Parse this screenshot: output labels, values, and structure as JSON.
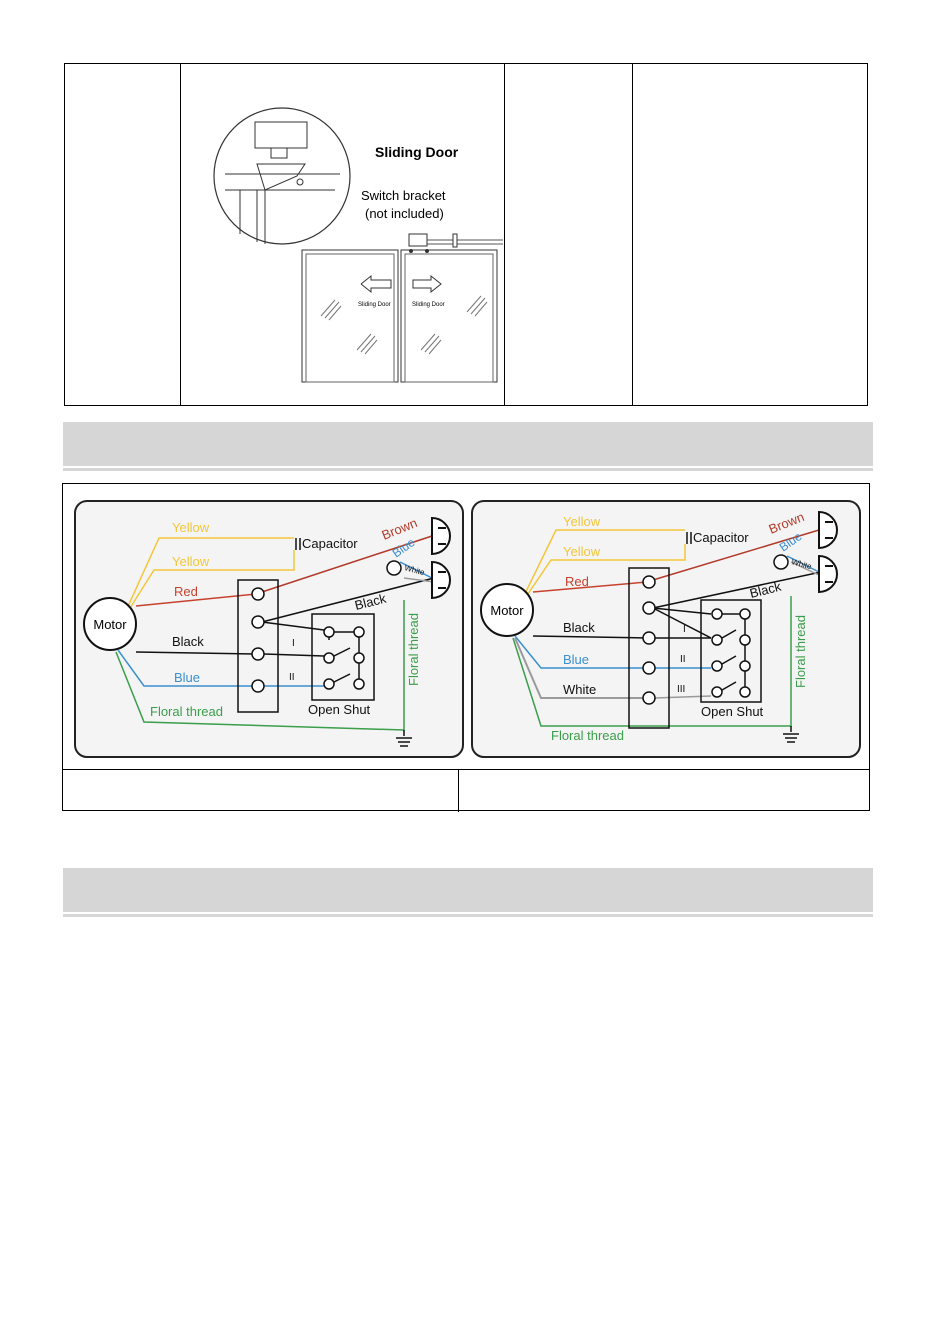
{
  "sliding_door": {
    "title": "Sliding Door",
    "bracket_line1": "Switch bracket",
    "bracket_line2": "(not included)",
    "door_left_label": "Sliding Door",
    "door_right_label": "Sliding Door"
  },
  "wiring_left": {
    "yellow1": "Yellow",
    "yellow2": "Yellow",
    "capacitor": "Capacitor",
    "brown": "Brown",
    "blue_plug": "Blue",
    "white_plug": "White",
    "red": "Red",
    "black_top": "Black",
    "motor": "Motor",
    "black": "Black",
    "blue": "Blue",
    "floral": "Floral thread",
    "floral_vertical": "Floral thread",
    "open_shut": "Open Shut",
    "speed_1": "I",
    "speed_2": "II"
  },
  "wiring_right": {
    "yellow1": "Yellow",
    "yellow2": "Yellow",
    "capacitor": "Capacitor",
    "brown": "Brown",
    "blue_plug": "Blue",
    "white_plug": "White",
    "red": "Red",
    "black_top": "Black",
    "motor": "Motor",
    "black": "Black",
    "blue": "Blue",
    "white": "White",
    "floral": "Floral thread",
    "floral_vertical": "Floral thread",
    "open_shut": "Open Shut",
    "speed_1": "I",
    "speed_2": "II",
    "speed_3": "III"
  },
  "colors": {
    "yellow": "#f3c63a",
    "brown": "#b23a2a",
    "red": "#c8412c",
    "blue": "#3a8fd0",
    "green": "#3a9e4a",
    "white_wire": "#9a9a9a",
    "black": "#111111",
    "panel_bg": "#f4f4f4"
  }
}
